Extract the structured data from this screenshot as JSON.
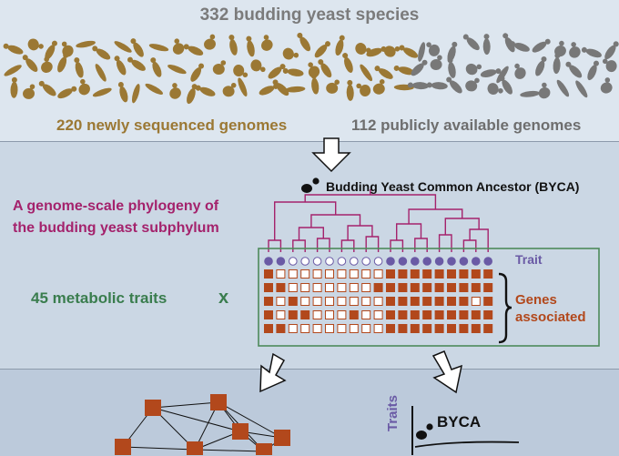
{
  "header": {
    "title": "332 budding yeast species",
    "new_label": "220 newly sequenced genomes",
    "public_label": "112 publicly available genomes"
  },
  "phylogeny": {
    "ancestor_label": "Budding Yeast Common Ancestor (BYCA)",
    "title_line1": "A genome-scale phylogeny of",
    "title_line2": "the budding yeast subphylum"
  },
  "matrix": {
    "traits_label": "45 metabolic traits",
    "times_symbol": "x",
    "trait_row_label": "Trait",
    "genes_label_line1": "Genes",
    "genes_label_line2": "associated",
    "trait_row": [
      1,
      1,
      0,
      0,
      0,
      0,
      0,
      0,
      0,
      0,
      1,
      1,
      1,
      1,
      1,
      1,
      1,
      1,
      1
    ],
    "gene_rows": [
      [
        1,
        0,
        0,
        0,
        0,
        0,
        0,
        0,
        0,
        0,
        1,
        1,
        1,
        1,
        1,
        1,
        1,
        1,
        1
      ],
      [
        1,
        1,
        0,
        0,
        0,
        0,
        0,
        0,
        0,
        1,
        1,
        1,
        1,
        1,
        1,
        1,
        1,
        1,
        1
      ],
      [
        1,
        0,
        1,
        0,
        0,
        0,
        0,
        0,
        0,
        0,
        1,
        1,
        1,
        1,
        1,
        1,
        1,
        0,
        1
      ],
      [
        1,
        0,
        1,
        1,
        0,
        0,
        0,
        1,
        0,
        0,
        1,
        1,
        1,
        1,
        1,
        1,
        1,
        1,
        1
      ],
      [
        1,
        1,
        0,
        0,
        0,
        0,
        0,
        0,
        0,
        0,
        1,
        1,
        1,
        1,
        1,
        1,
        1,
        1,
        1
      ]
    ]
  },
  "bottom": {
    "byca_label": "BYCA",
    "axis_label": "Traits"
  },
  "colors": {
    "brown_cell": "#b2481c",
    "trait_purple": "#6a5aa5",
    "yeast_new": "#9b7834",
    "yeast_public": "#787878",
    "tree_magenta": "#a4226c",
    "matrix_border": "#4d8a5a"
  }
}
